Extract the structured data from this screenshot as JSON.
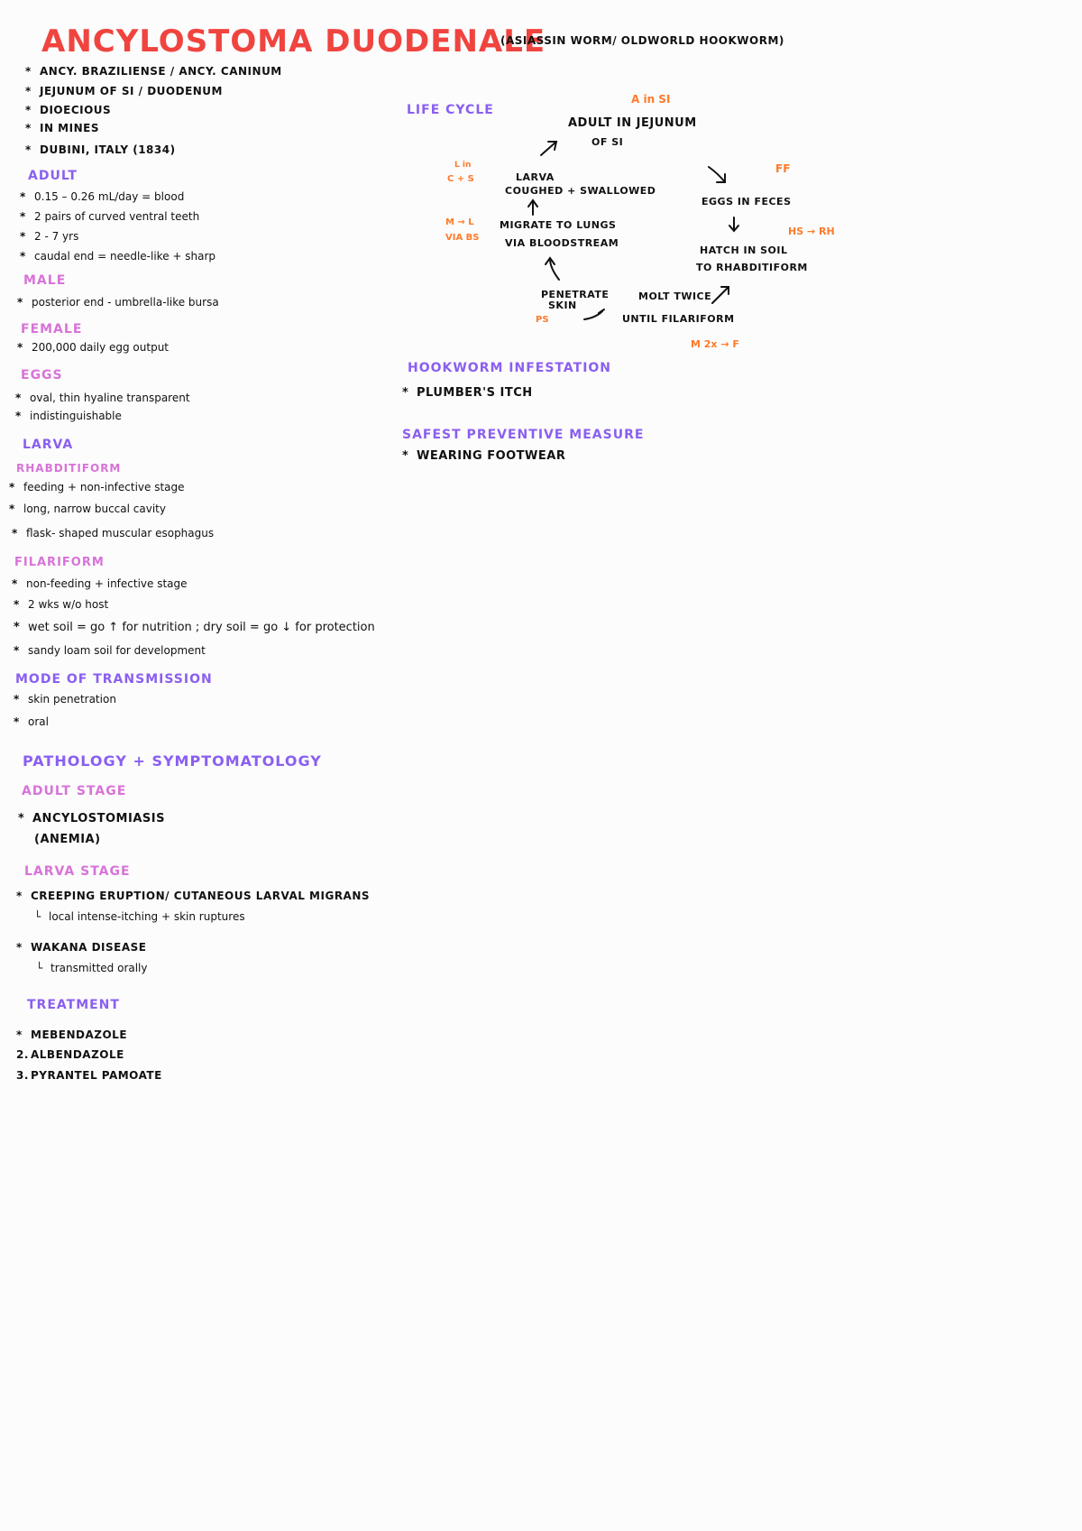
{
  "title": "ANCYLOSTOMA DUODENALE",
  "subtitle": "(ASIASSIN WORM/ OLDWORLD HOOKWORM)",
  "intro": [
    "ANCY. BRAZILIENSE / ANCY. CANINUM",
    "JEJUNUM OF SI / DUODENUM",
    "DIOECIOUS",
    "IN MINES",
    "DUBINI, ITALY (1834)"
  ],
  "adult": {
    "heading": "ADULT",
    "items": [
      "0.15 – 0.26 mL/day = blood",
      "2 pairs of curved ventral teeth",
      "2 - 7 yrs",
      "caudal end = needle-like + sharp"
    ]
  },
  "male": {
    "heading": "MALE",
    "items": [
      "posterior end - umbrella-like bursa"
    ]
  },
  "female": {
    "heading": "FEMALE",
    "items": [
      "200,000 daily egg output"
    ]
  },
  "eggs": {
    "heading": "EGGS",
    "items": [
      "oval, thin hyaline transparent",
      "indistinguishable"
    ]
  },
  "larva": {
    "heading": "LARVA",
    "rhabditiform": {
      "heading": "RHABDITIFORM",
      "items": [
        "feeding + non-infective stage",
        "long, narrow buccal cavity",
        "flask- shaped muscular esophagus"
      ]
    },
    "filariform": {
      "heading": "FILARIFORM",
      "items": [
        "non-feeding + infective stage",
        "2 wks w/o host",
        "wet soil = go ↑ for nutrition ; dry soil = go ↓ for protection",
        "sandy loam soil for development"
      ]
    }
  },
  "transmission": {
    "heading": "MODE OF TRANSMISSION",
    "items": [
      "skin penetration",
      "oral"
    ]
  },
  "pathology": {
    "heading": "PATHOLOGY + SYMPTOMATOLOGY",
    "adult_stage": {
      "heading": "ADULT STAGE",
      "items": [
        "ANCYLOSTOMIASIS",
        "(ANEMIA)"
      ]
    },
    "larva_stage": {
      "heading": "LARVA STAGE",
      "items": [
        "CREEPING ERUPTION/ CUTANEOUS LARVAL MIGRANS",
        "local intense-itching + skin ruptures",
        "WAKANA DISEASE",
        "transmitted orally"
      ]
    }
  },
  "treatment": {
    "heading": "TREATMENT",
    "items": [
      "MEBENDAZOLE",
      "ALBENDAZOLE",
      "PYRANTEL PAMOATE"
    ],
    "markers": [
      "*",
      "2.",
      "3."
    ]
  },
  "life_cycle": {
    "heading": "LIFE CYCLE",
    "nodes": {
      "adult": "ADULT IN JEJUNUM",
      "adult2": "OF SI",
      "eggs": "EGGS IN FECES",
      "hatch": "HATCH IN SOIL",
      "hatch2": "TO RHABDITIFORM",
      "molt": "MOLT TWICE",
      "molt2": "UNTIL FILARIFORM",
      "penetrate": "PENETRATE",
      "penetrate2": "SKIN",
      "migrate": "MIGRATE TO LUNGS",
      "migrate2": "VIA BLOODSTREAM",
      "larva": "LARVA",
      "larva2": "COUGHED + SWALLOWED"
    },
    "notes": {
      "a_in_si": "A in SI",
      "ff": "FF",
      "hs_rh": "HS → RH",
      "m2x_f": "M 2x → F",
      "ps": "PS",
      "m_l": "M → L",
      "via_bs": "VIA BS",
      "l_in": "L in",
      "c_s": "C + S"
    }
  },
  "infestation": {
    "heading": "HOOKWORM INFESTATION",
    "items": [
      "PLUMBER'S ITCH"
    ]
  },
  "prevention": {
    "heading": "SAFEST PREVENTIVE MEASURE",
    "items": [
      "WEARING FOOTWEAR"
    ]
  },
  "colors": {
    "title": "#f0443f",
    "heading_violet": "#8a5ff0",
    "heading_pink": "#d873d8",
    "note_orange": "#ff7a2a"
  }
}
